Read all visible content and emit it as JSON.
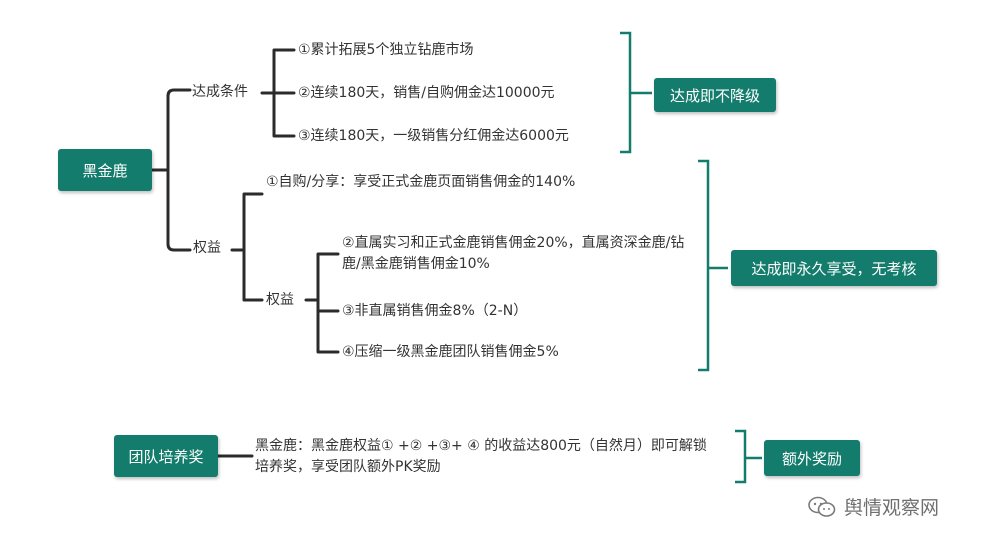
{
  "root": {
    "label": "黑金鹿"
  },
  "conditions": {
    "label": "达成条件",
    "items": [
      "①累计拓展5个独立钻鹿市场",
      "②连续180天，销售/自购佣金达10000元",
      "③连续180天，一级销售分红佣金达6000元"
    ],
    "result": "达成即不降级"
  },
  "benefits": {
    "label": "权益",
    "item1": "①自购/分享：享受正式金鹿页面销售佣金的140%",
    "sub": {
      "label": "权益",
      "items": [
        "②直属实习和正式金鹿销售佣金20%，直属资深金鹿/钻鹿/黑金鹿销售佣金10%",
        "③非直属销售佣金8%（2-N）",
        "④压缩一级黑金鹿团队销售佣金5%"
      ]
    },
    "result": "达成即永久享受，无考核"
  },
  "team": {
    "label": "团队培养奖",
    "text": "黑金鹿：黑金鹿权益① +② +③+ ④ 的收益达800元（自然月）即可解锁培养奖，享受团队额外PK奖励",
    "result": "额外奖励"
  },
  "watermark": {
    "text": "舆情观察网",
    "icon": "wechat-icon"
  },
  "colors": {
    "accent": "#137c6c",
    "line": "#2b2b2b"
  }
}
